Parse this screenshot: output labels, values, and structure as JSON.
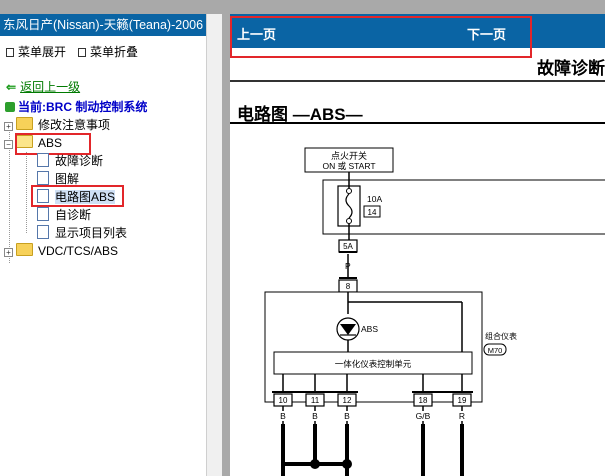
{
  "left_panel": {
    "title": "东风日产(Nissan)-天籁(Teana)-2006",
    "menu_expand": "菜单展开",
    "menu_collapse": "菜单折叠",
    "back_link": "返回上一级",
    "current": "当前:BRC 制动控制系统",
    "tree": {
      "item_modify": "修改注意事项",
      "item_abs": "ABS",
      "abs_children": [
        "故障诊断",
        "图解",
        "电路图ABS",
        "自诊断",
        "显示项目列表"
      ],
      "item_vdc": "VDC/TCS/ABS"
    }
  },
  "right_panel": {
    "prev": "上一页",
    "next": "下一页",
    "page_title": "故障诊断",
    "circuit_title": "电路图 —ABS—",
    "diagram": {
      "ignition_switch": "点火开关",
      "ignition_state": "ON 或 START",
      "fuse_rating": "10A",
      "fuse_number": "14",
      "connector_5a": "5A",
      "wire_p": "P",
      "connector_8": "8",
      "abs_label": "ABS",
      "combo_meter": "组合仪表",
      "combo_connector": "M70",
      "unit_label": "一体化仪表控制单元",
      "pins": [
        "10",
        "11",
        "12",
        "18",
        "19"
      ],
      "wire_colors": [
        "B",
        "B",
        "B",
        "G/B",
        "R"
      ]
    }
  },
  "colors": {
    "header_blue": "#0a64a4",
    "highlight_red": "#e2262a",
    "link_green": "#007a00",
    "current_blue": "#0000c8"
  }
}
